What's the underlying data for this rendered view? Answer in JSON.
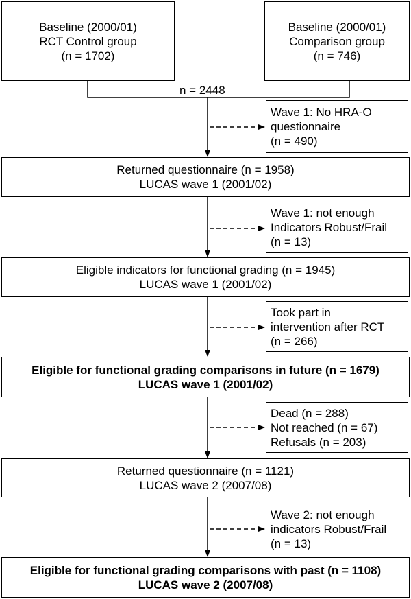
{
  "baseline_control": [
    "Baseline (2000/01)",
    "RCT Control group",
    "(n = 1702)"
  ],
  "baseline_comparison": [
    "Baseline (2000/01)",
    "Comparison group",
    "(n = 746)"
  ],
  "merge_label": "n = 2448",
  "side_1": [
    "Wave 1: No HRA-O",
    "questionnaire",
    "(n = 490)"
  ],
  "main_1": [
    "Returned questionnaire (n = 1958)",
    "LUCAS wave 1 (2001/02)"
  ],
  "side_2": [
    "Wave 1: not enough",
    "Indicators Robust/Frail",
    "(n = 13)"
  ],
  "main_2": [
    "Eligible indicators for functional grading (n = 1945)",
    "LUCAS wave 1 (2001/02)"
  ],
  "side_3": [
    "Took part in",
    "intervention after RCT",
    "(n = 266)"
  ],
  "main_3": [
    "Eligible for functional grading comparisons in future (n = 1679)",
    "LUCAS wave 1 (2001/02)"
  ],
  "side_4": [
    "Dead (n = 288)",
    "Not reached (n = 67)",
    "Refusals (n = 203)"
  ],
  "main_4": [
    "Returned questionnaire (n = 1121)",
    "LUCAS wave 2 (2007/08)"
  ],
  "side_5": [
    "Wave 2: not enough",
    "indicators Robust/Frail",
    "(n = 13)"
  ],
  "main_5": [
    "Eligible for functional grading comparisons with past (n = 1108)",
    "LUCAS wave 2 (2007/08)"
  ]
}
